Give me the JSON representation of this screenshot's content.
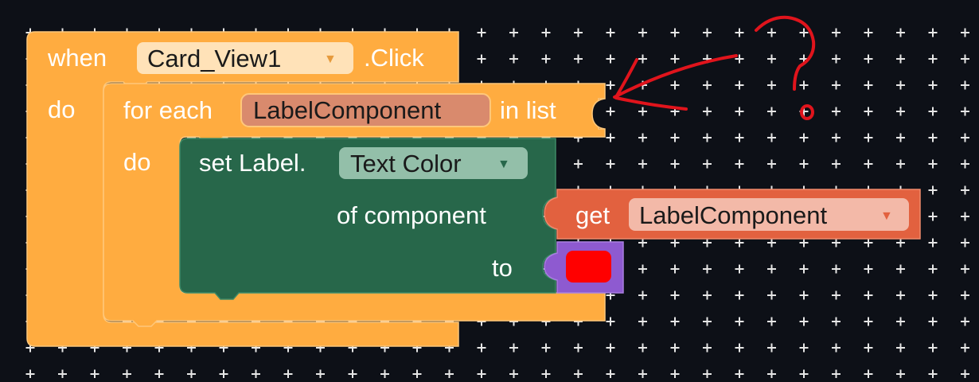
{
  "workspace": {
    "background": "#0d1017",
    "grid_color": "#e6e6e6"
  },
  "colors": {
    "event_block": "#ffac40",
    "event_edge": "#ffc77a",
    "loop_field": "#d98a6d",
    "setter_block": "#27674a",
    "setter_field": "#93bfa9",
    "getter_block": "#e2613f",
    "getter_field": "#f3b9a8",
    "color_block": "#8e5ad0",
    "color_swatch": "#ff0000",
    "annotation": "#e0141c"
  },
  "event_block": {
    "keyword_when": "when",
    "component": "Card_View1",
    "event": ".Click",
    "keyword_do": "do"
  },
  "for_each_block": {
    "keyword_for_each": "for each",
    "variable": "LabelComponent",
    "keyword_in_list": "in list",
    "keyword_do": "do"
  },
  "set_block": {
    "keyword_set": "set Label.",
    "property": "Text Color",
    "keyword_of_component": "of component",
    "keyword_to": "to"
  },
  "get_block": {
    "keyword_get": "get",
    "variable": "LabelComponent"
  },
  "color_block": {
    "color": "#ff0000"
  },
  "dropdown_arrow": "▼"
}
